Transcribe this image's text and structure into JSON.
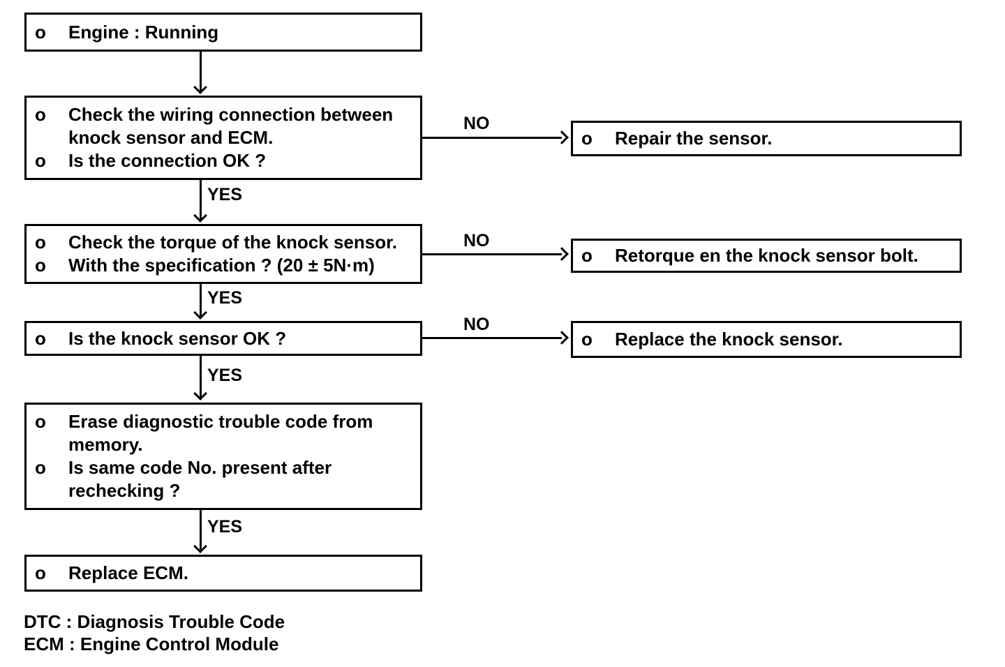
{
  "flowchart": {
    "bullet": "o",
    "labels": {
      "yes": "YES",
      "no": "NO"
    },
    "boxes": {
      "engine": {
        "item1": "Engine : Running"
      },
      "wiring": {
        "item1": "Check the wiring connection between knock sensor and ECM.",
        "item2": "Is the connection OK ?"
      },
      "repair": {
        "item1": "Repair the sensor."
      },
      "torque": {
        "item1": "Check the torque of the knock sensor.",
        "item2": "With the specification ? (20 ± 5N·m)"
      },
      "retorque": {
        "item1": "Retorque en the knock sensor bolt."
      },
      "sensor_ok": {
        "item1": "Is the knock sensor OK ?"
      },
      "erase": {
        "item1": "Erase diagnostic trouble code from memory.",
        "item2": "Is same code No. present after rechecking ?"
      },
      "replace_ecm": {
        "item1": "Replace ECM."
      }
    },
    "legend": {
      "line1": "DTC : Diagnosis Trouble Code",
      "line2": "ECM : Engine Control Module"
    },
    "colors": {
      "background": "#ffffff",
      "ink": "#000000"
    }
  }
}
